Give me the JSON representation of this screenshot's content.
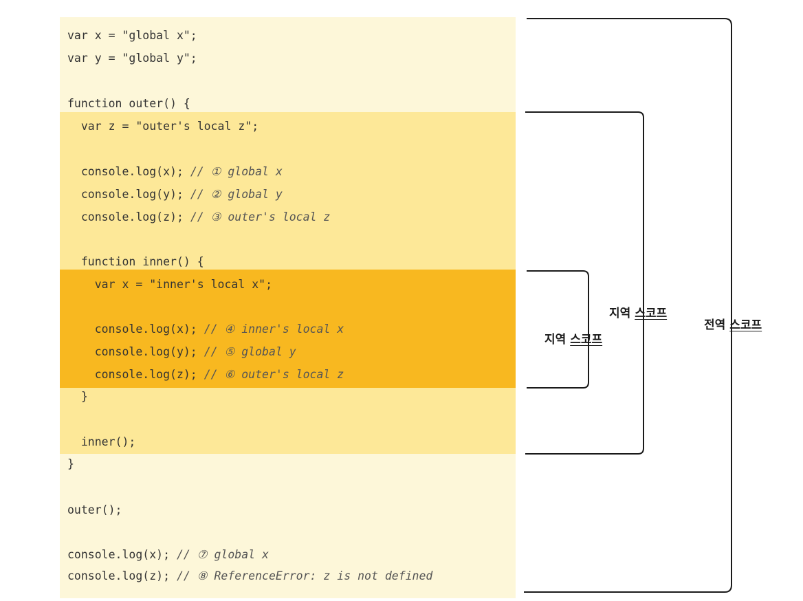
{
  "code_lines": [
    {
      "code": "var x = \"global x\";",
      "comment": ""
    },
    {
      "code": "var y = \"global y\";",
      "comment": ""
    },
    {
      "code": "function outer() {",
      "comment": ""
    },
    {
      "code": "  var z = \"outer's local z\";",
      "comment": ""
    },
    {
      "code": "  console.log(x); ",
      "comment": "// ① global x"
    },
    {
      "code": "  console.log(y); ",
      "comment": "// ② global y"
    },
    {
      "code": "  console.log(z); ",
      "comment": "// ③ outer's local z"
    },
    {
      "code": "  function inner() {",
      "comment": ""
    },
    {
      "code": "    var x = \"inner's local x\";",
      "comment": ""
    },
    {
      "code": "    console.log(x); ",
      "comment": "// ④ inner's local x"
    },
    {
      "code": "    console.log(y); ",
      "comment": "// ⑤ global y"
    },
    {
      "code": "    console.log(z); ",
      "comment": "// ⑥ outer's local z"
    },
    {
      "code": "  }",
      "comment": ""
    },
    {
      "code": "  inner();",
      "comment": ""
    },
    {
      "code": "}",
      "comment": ""
    },
    {
      "code": "outer();",
      "comment": ""
    },
    {
      "code": "console.log(x); ",
      "comment": "// ⑦ global x"
    },
    {
      "code": "console.log(z); ",
      "comment": "// ⑧ ReferenceError: z is not defined"
    }
  ],
  "labels": {
    "inner": {
      "prefix": "지역 ",
      "underlined": "스코프"
    },
    "outer": {
      "prefix": "지역 ",
      "underlined": "스코프"
    },
    "global": {
      "prefix": "전역 ",
      "underlined": "스코프"
    }
  },
  "colors": {
    "global_scope_bg": "#fdf7d9",
    "local_scope_bg": "#fde898",
    "inner_scope_bg": "#f8b820"
  }
}
